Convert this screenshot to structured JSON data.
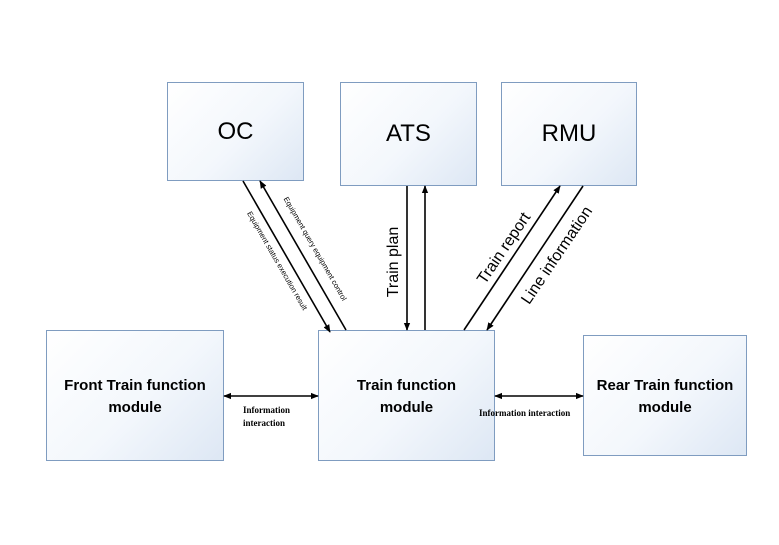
{
  "boxes": {
    "oc": "OC",
    "ats": "ATS",
    "rmu": "RMU",
    "train": "Train function\nmodule",
    "front": "Front Train function\nmodule",
    "rear": "Rear Train function\nmodule"
  },
  "labels": {
    "equipment_status": "Equipment status execution result",
    "equipment_query": "Equipment query equipment control",
    "train_plan": "Train plan",
    "train_report": "Train report",
    "line_information": "Line information",
    "info_left_line1": "Information",
    "info_left_line2": "interaction",
    "info_right": "Information interaction"
  }
}
